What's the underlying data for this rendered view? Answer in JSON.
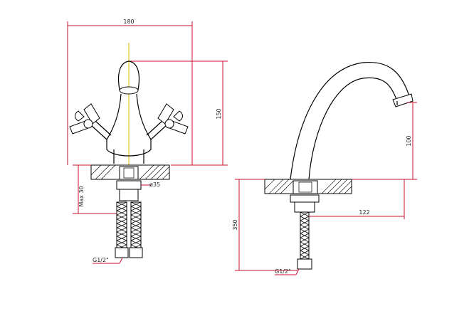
{
  "dimensions": {
    "front_width": "180",
    "front_height": "150",
    "front_diameter": "ø35",
    "front_max": "Max 30",
    "front_thread": "G1/2\"",
    "spout_height": "100",
    "spout_reach": "122",
    "side_length": "350",
    "side_thread": "G1/2\""
  },
  "colors": {
    "dimension_lines": "#c8102e",
    "center_line": "#e0b800",
    "outline": "#000000"
  }
}
